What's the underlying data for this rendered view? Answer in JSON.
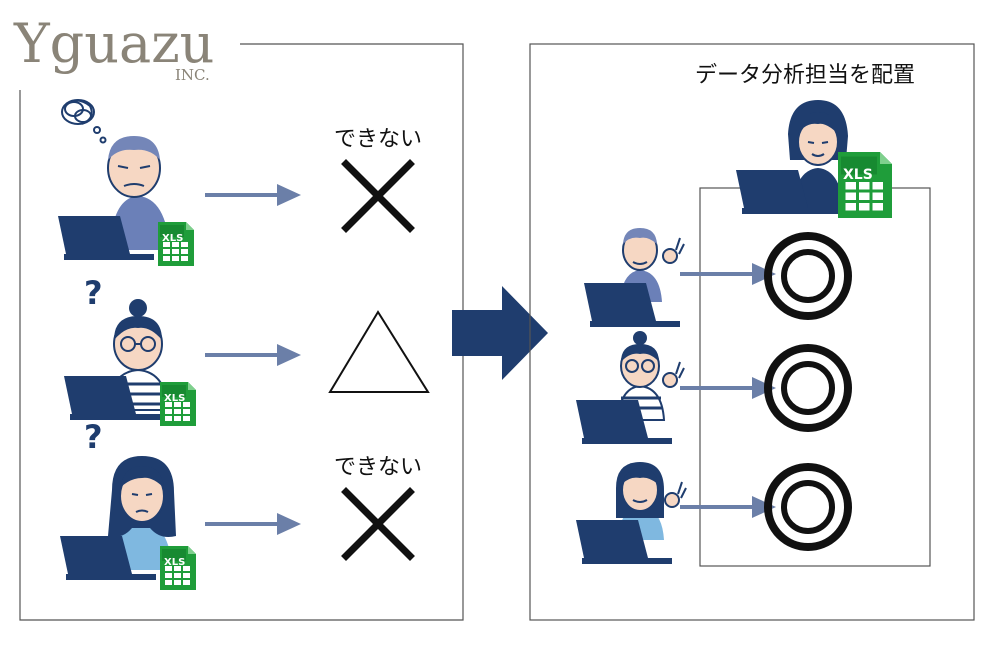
{
  "brand": {
    "name": "Yguazu",
    "suffix": "INC."
  },
  "before": {
    "rows": [
      {
        "persona": "confused-man",
        "status_label": "できない",
        "result_symbol": "cross"
      },
      {
        "persona": "questioning-woman-glasses",
        "status_label": "",
        "result_symbol": "triangle"
      },
      {
        "persona": "questioning-woman",
        "status_label": "できない",
        "result_symbol": "cross"
      }
    ],
    "file_badge": "XLS"
  },
  "after": {
    "title": "データ分析担当を配置",
    "analyst_file_badge": "XLS",
    "rows": [
      {
        "persona": "ok-man",
        "result_symbol": "double-circle"
      },
      {
        "persona": "ok-woman-glasses",
        "result_symbol": "double-circle"
      },
      {
        "persona": "ok-woman",
        "result_symbol": "double-circle"
      }
    ]
  },
  "colors": {
    "navy": "#1f3d6e",
    "arrow": "#6b7fa8",
    "xls_green": "#1f9d3a",
    "skin": "#f6d7c3",
    "frame": "#555555"
  }
}
